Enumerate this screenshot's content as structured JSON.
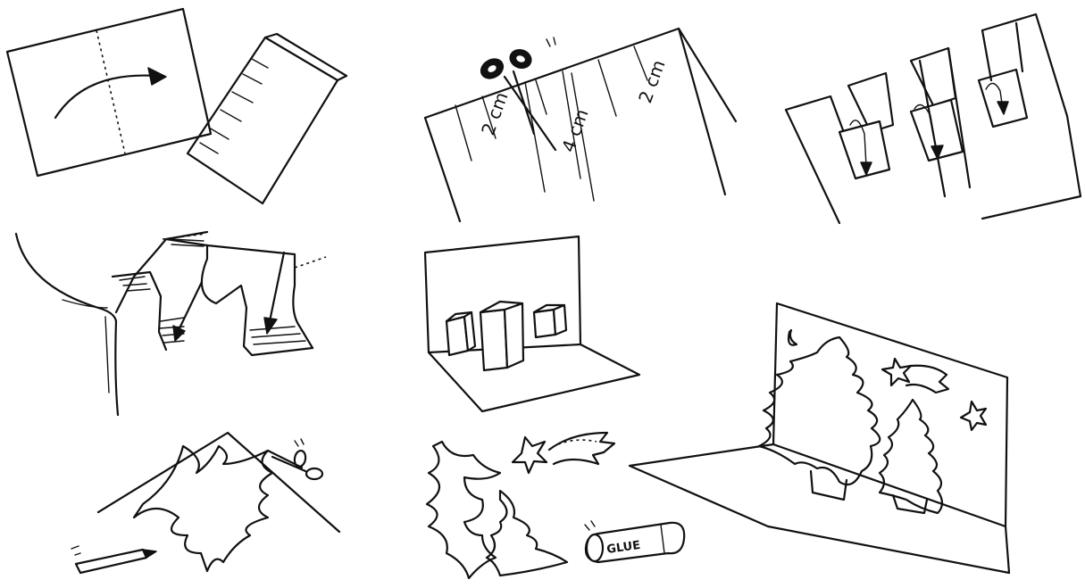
{
  "steps": [
    {
      "name": "fold-paper"
    },
    {
      "name": "cut-slits",
      "labels": {
        "left": "2 cm",
        "middle": "4 cm",
        "right": "2 cm"
      }
    },
    {
      "name": "fold-tabs"
    },
    {
      "name": "push-tabs-inward"
    },
    {
      "name": "open-card-boxes"
    },
    {
      "name": "draw-and-cut-tree"
    },
    {
      "name": "cutout-shapes",
      "glue_label": "GLUE"
    },
    {
      "name": "finished-card"
    }
  ],
  "colors": {
    "ink": "#111111",
    "paper": "#ffffff"
  }
}
